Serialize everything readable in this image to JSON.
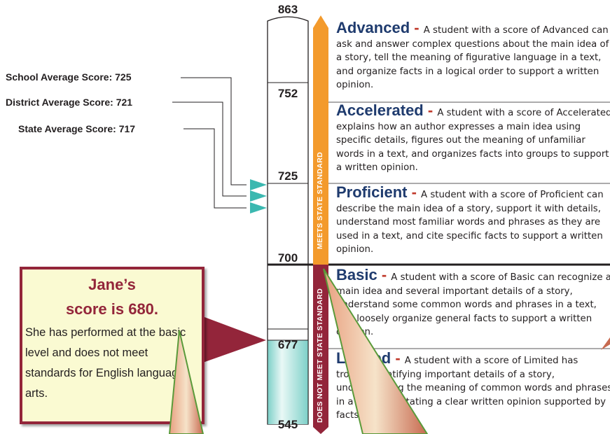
{
  "scale": {
    "ticks": [
      {
        "value": 863,
        "label": "863"
      },
      {
        "value": 752,
        "label": "752"
      },
      {
        "value": 725,
        "label": "725"
      },
      {
        "value": 700,
        "label": "700"
      },
      {
        "value": 677,
        "label": "677"
      },
      {
        "value": 545,
        "label": "545"
      }
    ],
    "student_score": 680
  },
  "averages": [
    {
      "label": "School Average Score: 725",
      "value": 725
    },
    {
      "label": "District Average Score: 721",
      "value": 721
    },
    {
      "label": "State Average Score: 717",
      "value": 717
    }
  ],
  "bands": {
    "meets": "MEETS STATE STANDARD",
    "does_not_meet": "DOES NOT MEET STATE STANDARD"
  },
  "levels": [
    {
      "name": "Advanced",
      "dash": " - ",
      "text": "A student with a score of Advanced can ask and answer complex questions about the main idea of a story, tell the meaning of figurative language in a text, and organize facts in a logical order to support a written opinion."
    },
    {
      "name": "Accelerated",
      "dash": " - ",
      "text": "A student with a score of Accelerated explains how an author expresses a main idea using specific details, figures out the meaning of unfamiliar words in a text, and organizes facts into groups to support a written opinion."
    },
    {
      "name": "Proficient",
      "dash": " - ",
      "text": "A student with a score of Proficient can describe the main idea of a story, support it with details, understand most familiar words and phrases as they are used in a text, and cite specific facts to support a written opinion."
    },
    {
      "name": "Basic",
      "dash": " - ",
      "text": "A student with a score of Basic can recognize a main idea and several important details of a story, understand some common words and phrases in a text, and loosely organize general facts to support a written opinion."
    },
    {
      "name": "Limited",
      "dash": " - ",
      "text": "A student with a score of Limited has trouble identifying important details of a story, understanding the meaning of common words and phrases in a text, and stating a clear written opinion supported by facts."
    }
  ],
  "callout": {
    "title_line1": "Jane’s",
    "title_line2": "score is 680.",
    "body": "She has performed at the basic level and does not meet standards for English language arts."
  },
  "colors": {
    "meets_band": "#f39a2c",
    "not_meet_band": "#93253a",
    "fill": "#bfe6e2",
    "marker": "#3bb8b0",
    "level_name": "#1f3b6e",
    "callout_border": "#93253a"
  }
}
